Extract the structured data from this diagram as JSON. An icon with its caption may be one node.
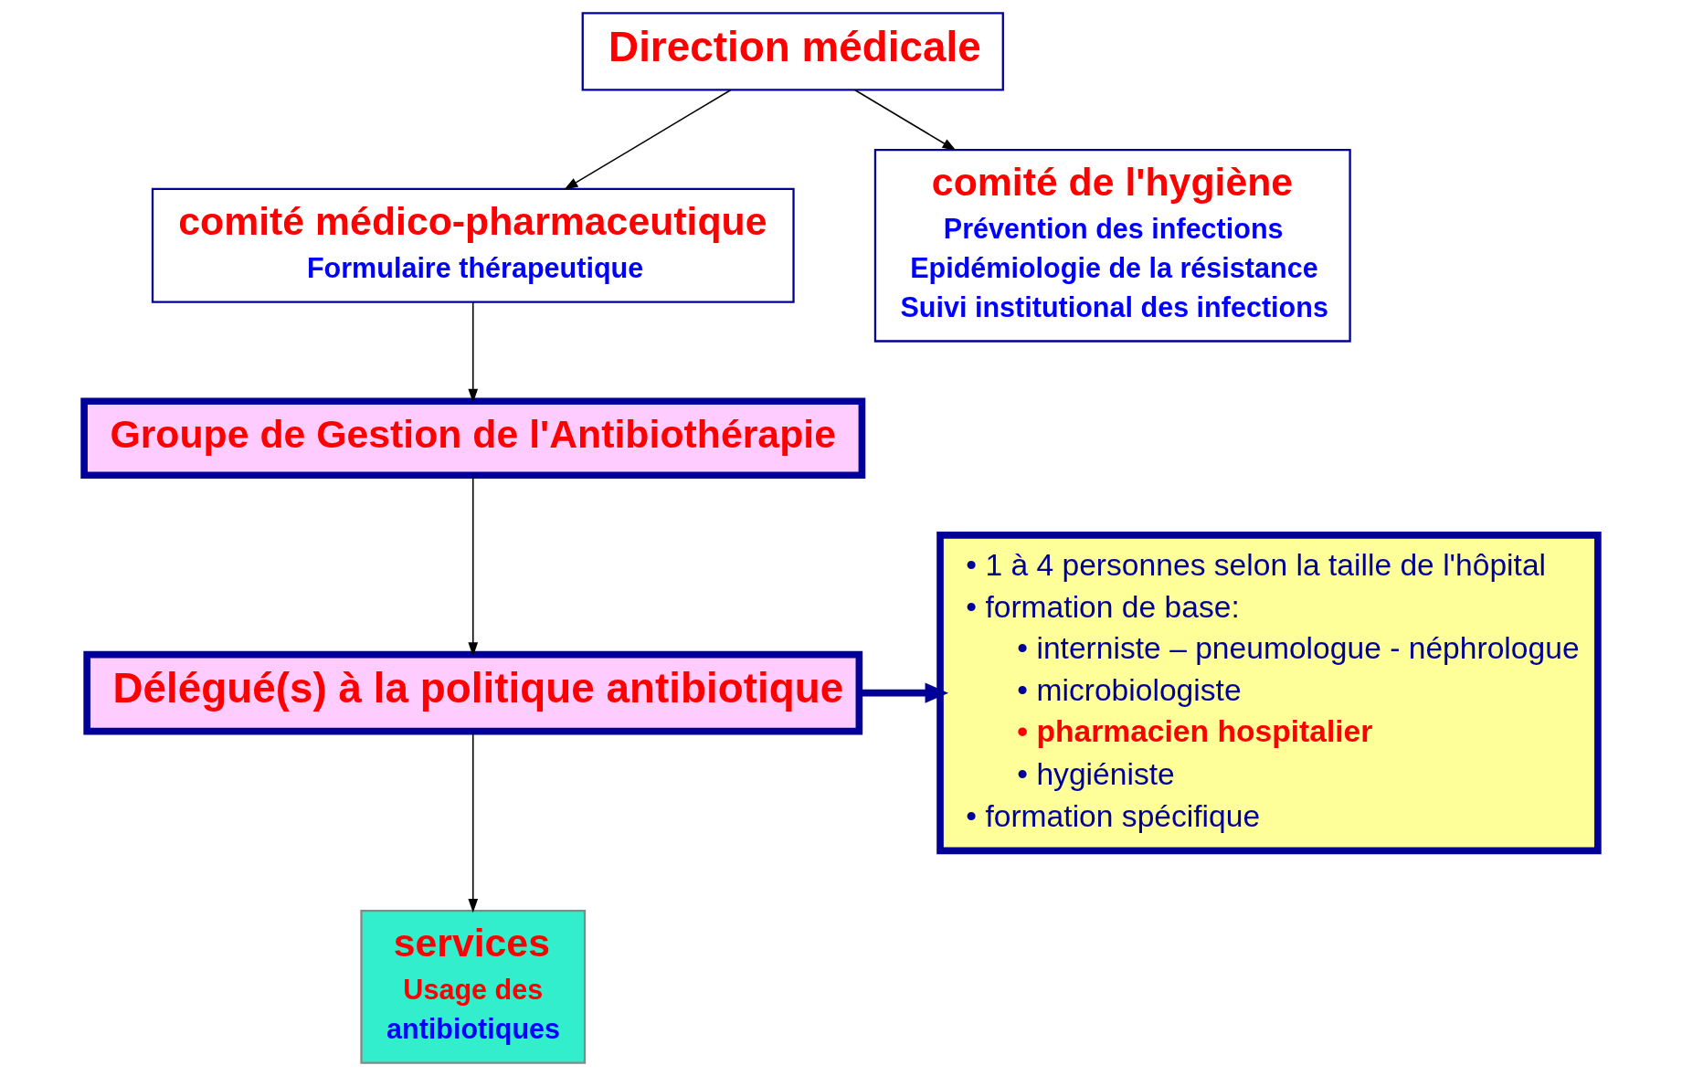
{
  "diagram": {
    "nodes": [
      {
        "text": [
          "Direction médicale"
        ]
      },
      {
        "text": [
          "comité médico-pharmaceutique",
          "Formulaire thérapeutique"
        ]
      },
      {
        "text": [
          "comité de l'hygiène",
          "Prévention des infections",
          "Epidémiologie de la résistance",
          "Suivi institutional des infections"
        ]
      },
      {
        "text": [
          "Groupe de Gestion de l'Antibiothérapie"
        ]
      },
      {
        "text": [
          "Délégué(s) à la politique antibiotique"
        ]
      },
      {
        "text": [
          "• 1 à 4 personnes selon la taille de l'hôpital",
          "• formation de base:",
          "• interniste – pneumologue - néphrologue",
          "• microbiologiste",
          "• pharmacien hospitalier",
          "• hygiéniste",
          "• formation spécifique"
        ]
      },
      {
        "text": [
          "services",
          "Usage des",
          "antibiotiques"
        ]
      }
    ],
    "edges": [
      {
        "from": 0,
        "to": 1,
        "arrow": "to"
      },
      {
        "from": 0,
        "to": 2,
        "arrow": "to"
      },
      {
        "from": 1,
        "to": 3,
        "arrow": "to"
      },
      {
        "from": 3,
        "to": 4,
        "arrow": "to"
      },
      {
        "from": 4,
        "to": 5,
        "arrow": "to",
        "style": "thick",
        "color": "#000099"
      },
      {
        "from": 4,
        "to": 6,
        "arrow": "to"
      }
    ]
  }
}
